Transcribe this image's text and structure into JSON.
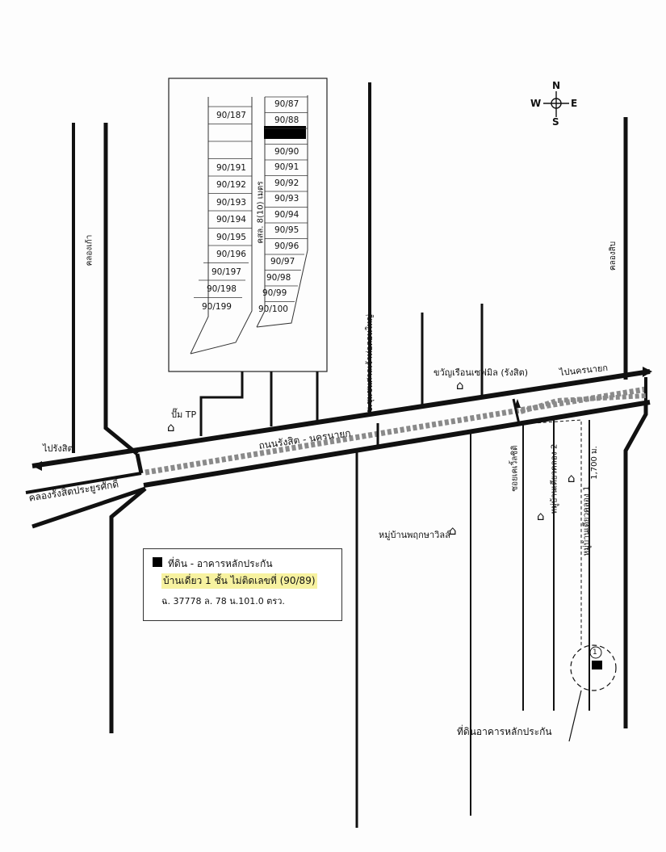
{
  "compass": {
    "n": "N",
    "s": "S",
    "e": "E",
    "w": "W"
  },
  "labels": {
    "khlong_kao": "คลองเก้า",
    "khlong_sip": "คลองสิบ",
    "to_rangsit": "ไปรังสิต",
    "to_nakhon_nayok": "ไปนครนายก",
    "rangsit_canal": "คลองรังสิตประยูรศักดิ์",
    "road_name": "ถนนรังสิต - นครนายก",
    "pump": "ปั๊ม TP",
    "soi_side": "ซ.ชุมชนศาลเจ้าท่อตอนใหญ่",
    "khwan_ruen": "ขวัญเรือนเซฟมิล (รังสิต)",
    "soi_ket": "ซอยเคเวิ้ลซิติ",
    "village_khlong2": "หมู่บ้านเดียวคลอง 2",
    "village_khlong1": "หมู่บ้านเดียวคลอง 1",
    "distance": "1,700 ม.",
    "village_pruksa": "หมู่บ้านพฤกษาวิลล์",
    "collateral_callout": "ที่ดินอาคารหลักประกัน",
    "lane_label": "คสล. 8(10) เมตร",
    "marker_number": "1"
  },
  "legend": {
    "title": "ที่ดิน - อาคารหลักประกัน",
    "line1": "บ้านเดี่ยว 1 ชั้น  ไม่ติดเลขที่ (90/89)",
    "line2": "ฉ. 37778  ล. 78  น.101.0 ตรว."
  },
  "plots": {
    "left": [
      "90/187",
      "",
      "",
      "90/191",
      "90/192",
      "90/193",
      "90/194",
      "90/195",
      "90/196",
      "90/197",
      "90/198",
      "90/199"
    ],
    "right": [
      "90/87",
      "90/88",
      "",
      "90/90",
      "90/91",
      "90/92",
      "90/93",
      "90/94",
      "90/95",
      "90/96",
      "90/97",
      "90/98",
      "90/99",
      "90/100"
    ]
  },
  "colors": {
    "ink": "#111111",
    "road_gray": "#7d7d7d",
    "highlight": "#f7f2a0",
    "lot_fill": "#000000"
  }
}
